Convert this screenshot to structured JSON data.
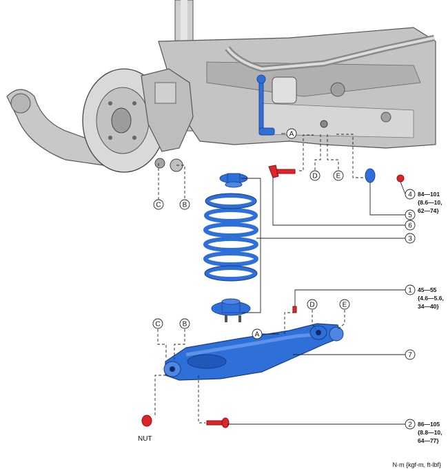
{
  "callouts": {
    "A": "A",
    "B": "B",
    "C": "C",
    "D": "D",
    "E": "E"
  },
  "part_numbers": {
    "p1": "1",
    "p2": "2",
    "p3": "3",
    "p4": "4",
    "p5": "5",
    "p6": "6",
    "p7": "7"
  },
  "torque_specs": {
    "spec1": [
      "45—55",
      "{4.6—5.6,",
      "34—40}"
    ],
    "spec2": [
      "86—105",
      "{8.8—10,",
      "64—77}"
    ],
    "spec4": [
      "84—101",
      "{8.6—10,",
      "62—74}"
    ]
  },
  "labels": {
    "nut": "NUT",
    "units": "N·m {kgf-m, ft-lbf}"
  },
  "colors": {
    "blue_part": "#2e6fd8",
    "red_part": "#e0242c",
    "gray_assembly": "#bdbdbd"
  }
}
